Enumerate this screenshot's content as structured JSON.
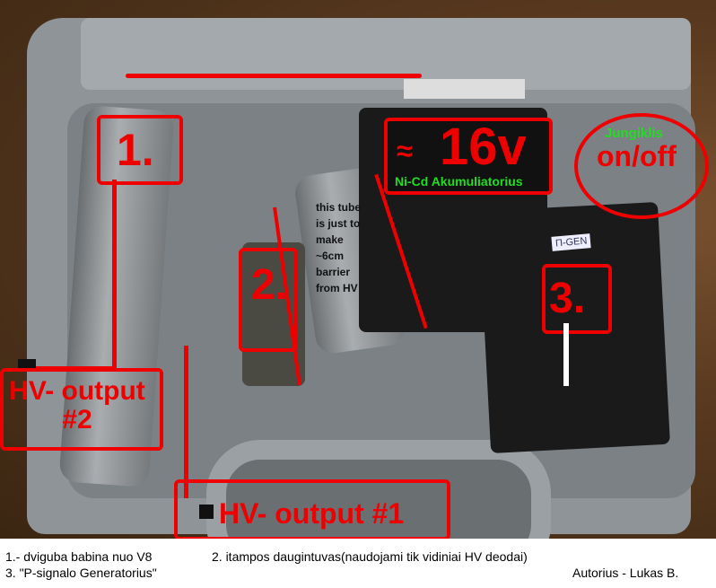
{
  "annotations": {
    "label_1": "1.",
    "label_2": "2.",
    "label_3": "3.",
    "voltage": "16v",
    "battery": "Ni-Cd Akumuliatorius",
    "switch_title": "Jungiklis",
    "switch_state": "on/off",
    "tube_note": [
      "this tube",
      "is just to",
      "make",
      "~6cm",
      "barrier",
      "from HV"
    ],
    "hv_output_2": [
      "HV- output",
      "#2"
    ],
    "hv_output_1": "HV- output #1",
    "device_label": "Π-GEN"
  },
  "captions": {
    "line1_a": "1.- dviguba babina nuo V8",
    "line1_b": "2. itampos daugintuvas(naudojami tik vidiniai HV deodai)",
    "line2": "3. \"P-signalo Generatorius\"",
    "author": "Autorius  - Lukas B."
  }
}
